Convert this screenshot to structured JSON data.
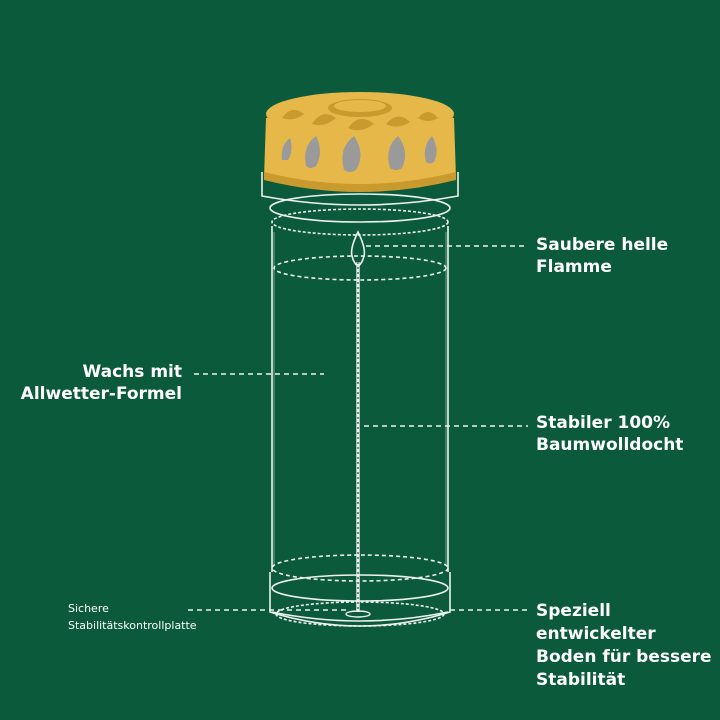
{
  "colors": {
    "background": "#0b5a3c",
    "lid": "#e6b84a",
    "lid_dark": "#c99a2e",
    "lid_window": "#9a9a9a",
    "outline": "#eef2ee"
  },
  "icons": {
    "lid": "candle-lid-icon",
    "glass": "candle-glass-icon",
    "flame": "flame-icon",
    "wick": "wick-icon"
  },
  "labels": {
    "flame": [
      "Saubere helle",
      "Flamme"
    ],
    "wax": [
      "Wachs mit",
      "Allwetter-Formel"
    ],
    "wick": [
      "Stabiler 100%",
      "Baumwolldocht"
    ],
    "base": [
      "Speziell",
      "entwickelter",
      "Boden für bessere",
      "Stabilität"
    ],
    "plate": [
      "Sichere",
      "Stabilitätskontrollplatte"
    ]
  }
}
